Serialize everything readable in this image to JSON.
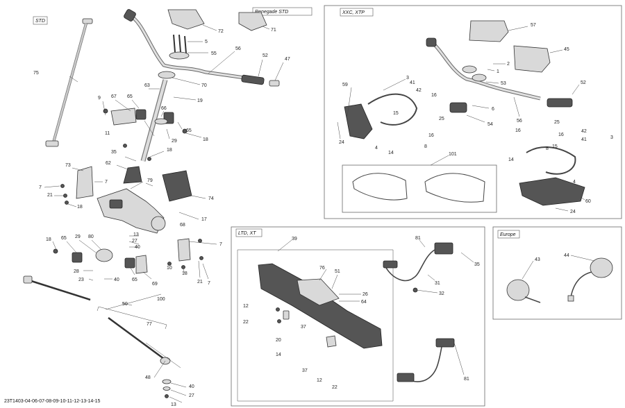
{
  "diagram": {
    "panels": {
      "std": "STD",
      "renegade": "Renegade STD",
      "xxc": "XXC, XTP",
      "ltd": "LTD, XT",
      "europe": "Europe"
    },
    "footer_code": "23T1403-04-06-07-08-09-10-11-12-13-14-15",
    "callouts": [
      {
        "id": "c72",
        "text": "72"
      },
      {
        "id": "c71",
        "text": "71"
      },
      {
        "id": "c5",
        "text": "5"
      },
      {
        "id": "c55",
        "text": "55"
      },
      {
        "id": "c56",
        "text": "56"
      },
      {
        "id": "c52a",
        "text": "52"
      },
      {
        "id": "c47",
        "text": "47"
      },
      {
        "id": "c75",
        "text": "75"
      },
      {
        "id": "c70",
        "text": "70"
      },
      {
        "id": "c63",
        "text": "63"
      },
      {
        "id": "c19",
        "text": "19"
      },
      {
        "id": "c9",
        "text": "9"
      },
      {
        "id": "c67",
        "text": "67"
      },
      {
        "id": "c65a",
        "text": "65"
      },
      {
        "id": "c66",
        "text": "66"
      },
      {
        "id": "c29a",
        "text": "29"
      },
      {
        "id": "c18a",
        "text": "18"
      },
      {
        "id": "c11",
        "text": "11"
      },
      {
        "id": "c65b",
        "text": "65"
      },
      {
        "id": "c35",
        "text": "35"
      },
      {
        "id": "c18b",
        "text": "18"
      },
      {
        "id": "c62",
        "text": "62"
      },
      {
        "id": "c73",
        "text": "73"
      },
      {
        "id": "c79",
        "text": "79"
      },
      {
        "id": "c74",
        "text": "74"
      },
      {
        "id": "c7a",
        "text": "7"
      },
      {
        "id": "c21a",
        "text": "21"
      },
      {
        "id": "c18c",
        "text": "18"
      },
      {
        "id": "c7b",
        "text": "7"
      },
      {
        "id": "c17",
        "text": "17"
      },
      {
        "id": "c68",
        "text": "68"
      },
      {
        "id": "c13a",
        "text": "13"
      },
      {
        "id": "c27a",
        "text": "27"
      },
      {
        "id": "c40a",
        "text": "40"
      },
      {
        "id": "c7c",
        "text": "7"
      },
      {
        "id": "c18d",
        "text": "18"
      },
      {
        "id": "c65c",
        "text": "65"
      },
      {
        "id": "c29b",
        "text": "29"
      },
      {
        "id": "c80",
        "text": "80"
      },
      {
        "id": "c28",
        "text": "28"
      },
      {
        "id": "c23",
        "text": "23"
      },
      {
        "id": "c40b",
        "text": "40"
      },
      {
        "id": "c65d",
        "text": "65"
      },
      {
        "id": "c69",
        "text": "69"
      },
      {
        "id": "c10",
        "text": "10"
      },
      {
        "id": "c18e",
        "text": "18"
      },
      {
        "id": "c21b",
        "text": "21"
      },
      {
        "id": "c7d",
        "text": "7"
      },
      {
        "id": "c100",
        "text": "100"
      },
      {
        "id": "c50",
        "text": "50"
      },
      {
        "id": "c77",
        "text": "77"
      },
      {
        "id": "c48",
        "text": "48"
      },
      {
        "id": "c40c",
        "text": "40"
      },
      {
        "id": "c27b",
        "text": "27"
      },
      {
        "id": "c13b",
        "text": "13"
      },
      {
        "id": "c57",
        "text": "57"
      },
      {
        "id": "c45",
        "text": "45"
      },
      {
        "id": "c3a",
        "text": "3"
      },
      {
        "id": "c41a",
        "text": "41"
      },
      {
        "id": "c42a",
        "text": "42"
      },
      {
        "id": "c16a",
        "text": "16"
      },
      {
        "id": "c59",
        "text": "59"
      },
      {
        "id": "c15a",
        "text": "15"
      },
      {
        "id": "c25a",
        "text": "25"
      },
      {
        "id": "c16b",
        "text": "16"
      },
      {
        "id": "c24a",
        "text": "24"
      },
      {
        "id": "c4a",
        "text": "4"
      },
      {
        "id": "c14a",
        "text": "14"
      },
      {
        "id": "c8a",
        "text": "8"
      },
      {
        "id": "c1",
        "text": "1"
      },
      {
        "id": "c2",
        "text": "2"
      },
      {
        "id": "c53",
        "text": "53"
      },
      {
        "id": "c52b",
        "text": "52"
      },
      {
        "id": "c6",
        "text": "6"
      },
      {
        "id": "c54",
        "text": "54"
      },
      {
        "id": "c56b",
        "text": "56"
      },
      {
        "id": "c25b",
        "text": "25"
      },
      {
        "id": "c16c",
        "text": "16"
      },
      {
        "id": "c16d",
        "text": "16"
      },
      {
        "id": "c15b",
        "text": "15"
      },
      {
        "id": "c8b",
        "text": "8"
      },
      {
        "id": "c42b",
        "text": "42"
      },
      {
        "id": "c41b",
        "text": "41"
      },
      {
        "id": "c3b",
        "text": "3"
      },
      {
        "id": "c14b",
        "text": "14"
      },
      {
        "id": "c4b",
        "text": "4"
      },
      {
        "id": "c60",
        "text": "60"
      },
      {
        "id": "c24b",
        "text": "24"
      },
      {
        "id": "c101",
        "text": "101"
      },
      {
        "id": "c39",
        "text": "39"
      },
      {
        "id": "c76",
        "text": "76"
      },
      {
        "id": "c51",
        "text": "51"
      },
      {
        "id": "c26",
        "text": "26"
      },
      {
        "id": "c64",
        "text": "64"
      },
      {
        "id": "c12a",
        "text": "12"
      },
      {
        "id": "c22a",
        "text": "22"
      },
      {
        "id": "c37a",
        "text": "37"
      },
      {
        "id": "c20",
        "text": "20"
      },
      {
        "id": "c14c",
        "text": "14"
      },
      {
        "id": "c37b",
        "text": "37"
      },
      {
        "id": "c12b",
        "text": "12"
      },
      {
        "id": "c22b",
        "text": "22"
      },
      {
        "id": "c81a",
        "text": "81"
      },
      {
        "id": "c35b",
        "text": "35"
      },
      {
        "id": "c31",
        "text": "31"
      },
      {
        "id": "c32",
        "text": "32"
      },
      {
        "id": "c81b",
        "text": "81"
      },
      {
        "id": "c43",
        "text": "43"
      },
      {
        "id": "c44",
        "text": "44"
      }
    ]
  }
}
